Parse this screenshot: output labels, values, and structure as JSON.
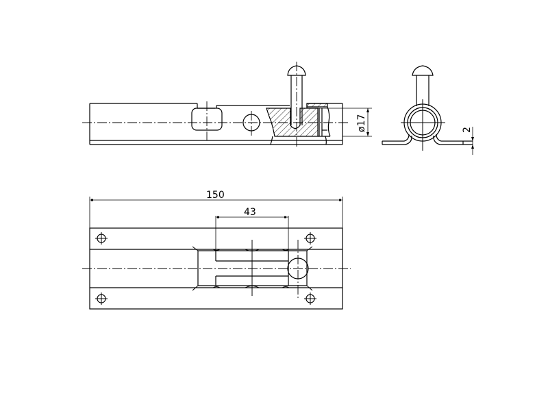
{
  "drawing": {
    "title": "Barrel bolt (door latch) technical drawing",
    "views": [
      {
        "name": "front-section-view",
        "description": "Side view with partial section through bolt and keeper"
      },
      {
        "name": "end-view",
        "description": "End view showing rolled barrel and flanges"
      },
      {
        "name": "plan-view",
        "description": "Top view with four mounting holes and slot"
      }
    ],
    "dimensions": {
      "diameter": "ø17",
      "thickness": "2",
      "overall_length": "150",
      "slot_length": "43"
    },
    "colors": {
      "line": "#000000",
      "background": "#ffffff"
    }
  }
}
